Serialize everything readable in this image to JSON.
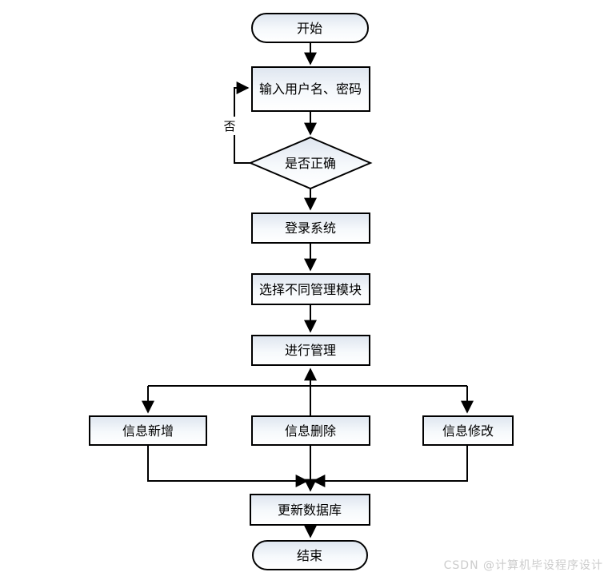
{
  "diagram": {
    "type": "flowchart",
    "nodes": {
      "start": {
        "label": "开始",
        "shape": "terminator"
      },
      "input": {
        "label": "输入用户名、密码",
        "shape": "process"
      },
      "decision": {
        "label": "是否正确",
        "shape": "decision"
      },
      "login": {
        "label": "登录系统",
        "shape": "process"
      },
      "select_mod": {
        "label": "选择不同管理模块",
        "shape": "process"
      },
      "manage": {
        "label": "进行管理",
        "shape": "process"
      },
      "info_add": {
        "label": "信息新增",
        "shape": "process"
      },
      "info_delete": {
        "label": "信息删除",
        "shape": "process"
      },
      "info_modify": {
        "label": "信息修改",
        "shape": "process"
      },
      "update_db": {
        "label": "更新数据库",
        "shape": "process"
      },
      "end": {
        "label": "结束",
        "shape": "terminator"
      }
    },
    "edge_labels": {
      "decision_no": "否"
    },
    "colors": {
      "stroke": "#000000",
      "node_fill_top": "#dee5ef",
      "node_fill_bottom": "#ffffff",
      "text": "#000000"
    }
  },
  "watermark": {
    "text": "CSDN @计算机毕设程序设计",
    "color": "#cccccc"
  }
}
